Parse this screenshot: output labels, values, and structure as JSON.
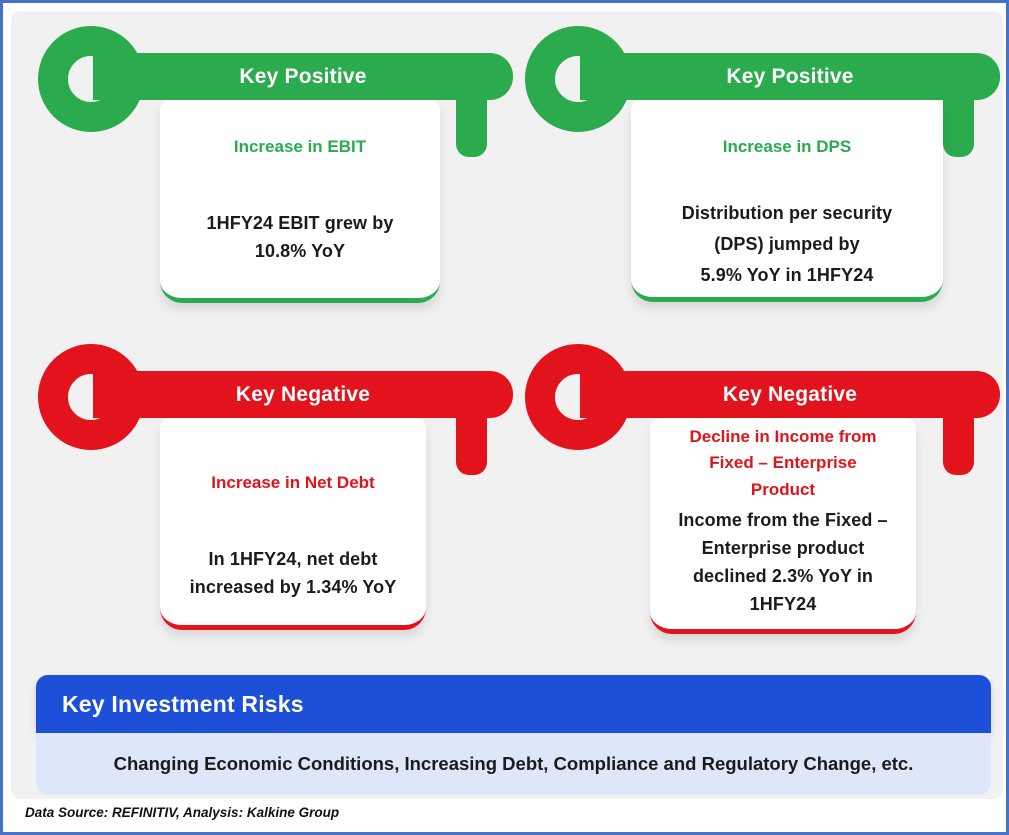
{
  "keys": [
    {
      "id": "key-positive-ebit",
      "sentiment": "positive",
      "header": "Key Positive",
      "title": "Increase in EBIT",
      "body": "1HFY24 EBIT grew by\n10.8% YoY"
    },
    {
      "id": "key-positive-dps",
      "sentiment": "positive",
      "header": "Key Positive",
      "title": "Increase in DPS",
      "body": "Distribution per security\n(DPS) jumped by\n5.9% YoY in 1HFY24"
    },
    {
      "id": "key-negative-net-debt",
      "sentiment": "negative",
      "header": "Key Negative",
      "title": "Increase in Net Debt",
      "body": "In 1HFY24, net debt\nincreased by 1.34% YoY"
    },
    {
      "id": "key-negative-fixed-enterprise",
      "sentiment": "negative",
      "header": "Key Negative",
      "title": "Decline in Income from\nFixed – Enterprise\nProduct",
      "body": "Income from the Fixed –\nEnterprise product\ndeclined 2.3% YoY in\n1HFY24"
    }
  ],
  "risks": {
    "title": "Key Investment Risks",
    "text": "Changing Economic Conditions, Increasing Debt, Compliance and Regulatory Change, etc."
  },
  "footer": {
    "text": "Data Source: REFINITIV, Analysis: Kalkine Group"
  },
  "colors": {
    "positive_green": "#2BAB4D",
    "negative_red": "#E2131C",
    "banner_blue": "#1D4FD8",
    "strip_blue": "#DEE6FA",
    "frame_blue": "#4472C4",
    "panel_gray": "#F1F1F2",
    "text_dark": "#1B1B1B",
    "card_white": "#FFFFFF"
  }
}
